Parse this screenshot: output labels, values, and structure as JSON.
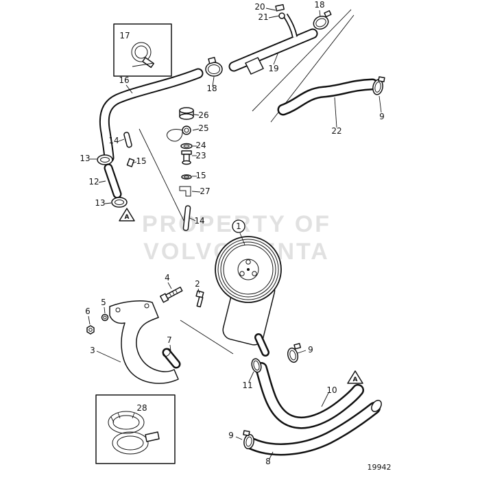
{
  "diagram": {
    "number": "19942",
    "watermark": {
      "line1": "PROPERTY OF",
      "line2": "VOLVO PENTA"
    },
    "marker_letter": "A"
  },
  "callouts": [
    {
      "label": "17"
    },
    {
      "label": "20"
    },
    {
      "label": "21"
    },
    {
      "label": "18"
    },
    {
      "label": "19"
    },
    {
      "label": "18"
    },
    {
      "label": "16"
    },
    {
      "label": "26"
    },
    {
      "label": "25"
    },
    {
      "label": "24"
    },
    {
      "label": "23"
    },
    {
      "label": "14"
    },
    {
      "label": "13"
    },
    {
      "label": "15"
    },
    {
      "label": "12"
    },
    {
      "label": "13"
    },
    {
      "label": "15"
    },
    {
      "label": "27"
    },
    {
      "label": "14"
    },
    {
      "label": "22"
    },
    {
      "label": "9"
    },
    {
      "label": "1"
    },
    {
      "label": "2"
    },
    {
      "label": "4"
    },
    {
      "label": "5"
    },
    {
      "label": "6"
    },
    {
      "label": "3"
    },
    {
      "label": "7"
    },
    {
      "label": "11"
    },
    {
      "label": "9"
    },
    {
      "label": "10"
    },
    {
      "label": "9"
    },
    {
      "label": "8"
    },
    {
      "label": "28"
    }
  ]
}
